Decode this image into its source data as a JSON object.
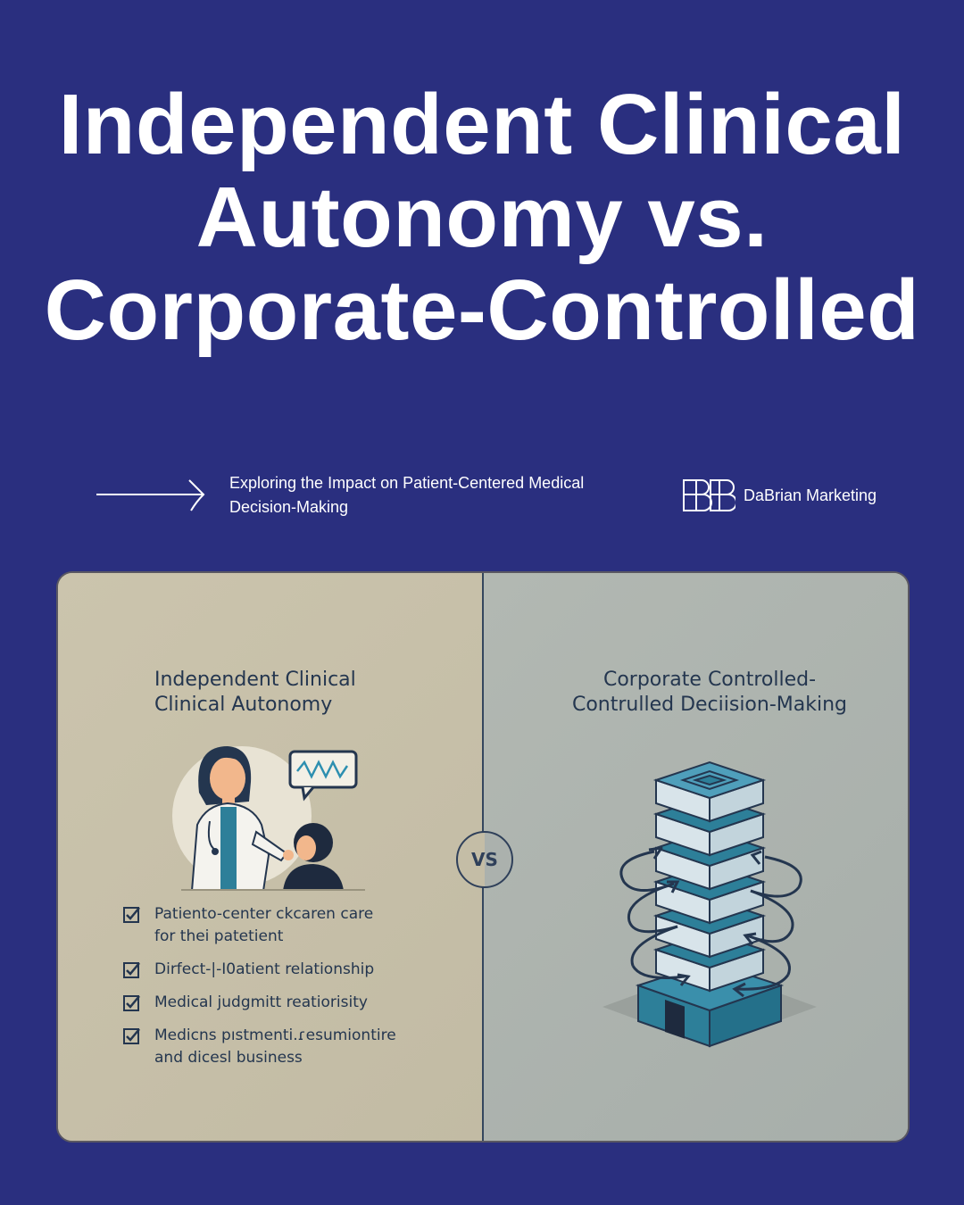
{
  "header": {
    "title_lines": [
      "Independent Clinical",
      "Autonomy vs.",
      "Corporate-Controlled"
    ],
    "subtitle": "Exploring the Impact on Patient-Centered Medical Decision-Making"
  },
  "brand": {
    "name": "DaBrian Marketing"
  },
  "card": {
    "left_heading": "Independent Clinical\nClinical Autonomy",
    "right_heading": "Corporate Controlled-\nContrulled Deciision-Making",
    "vs_label": "VS",
    "checklist": [
      "Patiento-center ckcaren care\nfor thei patetient",
      "Dirfect-|-I0atient relationship",
      "Medical judgmitt reatiorisity",
      "Medicns pıstmenti.ɾesumiontire\nand dicesl business"
    ]
  },
  "colors": {
    "background": "#2a2f7f",
    "left_panel": "#c6bfa9",
    "right_panel": "#abb1ad",
    "accent_teal": "#2d7f99",
    "navy": "#24364f"
  }
}
